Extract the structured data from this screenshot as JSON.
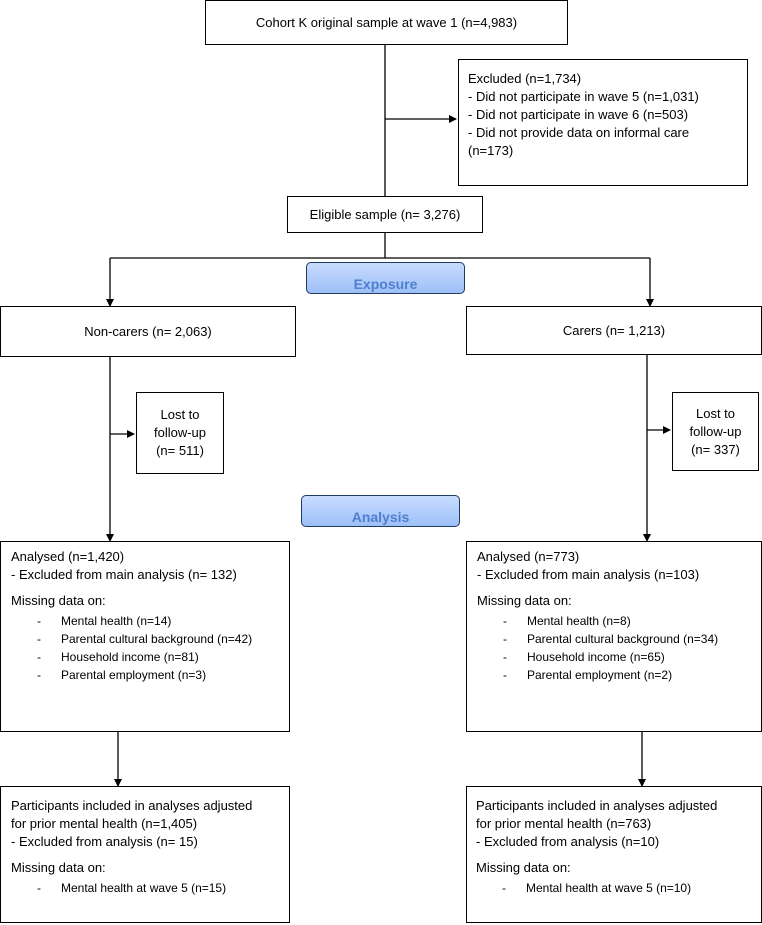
{
  "top": {
    "text": "Cohort K original sample at wave 1 (n=4,983)"
  },
  "excluded": {
    "title": "Excluded (n=1,734)",
    "lines": [
      "- Did not participate in wave 5 (n=1,031)",
      "- Did not participate in wave 6 (n=503)",
      "- Did not provide data on informal care",
      "(n=173)"
    ]
  },
  "eligible": {
    "text": "Eligible sample (n= 3,276)"
  },
  "labels": {
    "exposure": "Exposure",
    "analysis": "Analysis"
  },
  "left": {
    "group": "Non-carers (n= 2,063)",
    "lost": [
      "Lost to",
      "follow-up",
      "(n= 511)"
    ],
    "analysed": {
      "title": "Analysed (n=1,420)",
      "excluded": "- Excluded from main analysis (n= 132)",
      "missing_title": "Missing data on:",
      "missing": [
        "Mental health (n=14)",
        "Parental cultural background (n=42)",
        "Household income (n=81)",
        "Parental employment (n=3)"
      ]
    },
    "adjusted": {
      "line1": "Participants included in analyses adjusted",
      "line2": "for prior mental health (n=1,405)",
      "excluded": "- Excluded from analysis (n= 15)",
      "missing_title": "Missing data on:",
      "missing": [
        "Mental health at wave 5 (n=15)"
      ]
    }
  },
  "right": {
    "group": "Carers (n= 1,213)",
    "lost": [
      "Lost to",
      "follow-up",
      "(n= 337)"
    ],
    "analysed": {
      "title": "Analysed (n=773)",
      "excluded": "- Excluded from main analysis (n=103)",
      "missing_title": "Missing data on:",
      "missing": [
        "Mental health (n=8)",
        "Parental cultural background (n=34)",
        "Household income (n=65)",
        "Parental employment (n=2)"
      ]
    },
    "adjusted": {
      "line1": "Participants included in analyses adjusted",
      "line2": "for prior mental health (n=763)",
      "excluded": "- Excluded from analysis (n=10)",
      "missing_title": "Missing data on:",
      "missing": [
        "Mental health at wave 5 (n=10)"
      ]
    }
  }
}
